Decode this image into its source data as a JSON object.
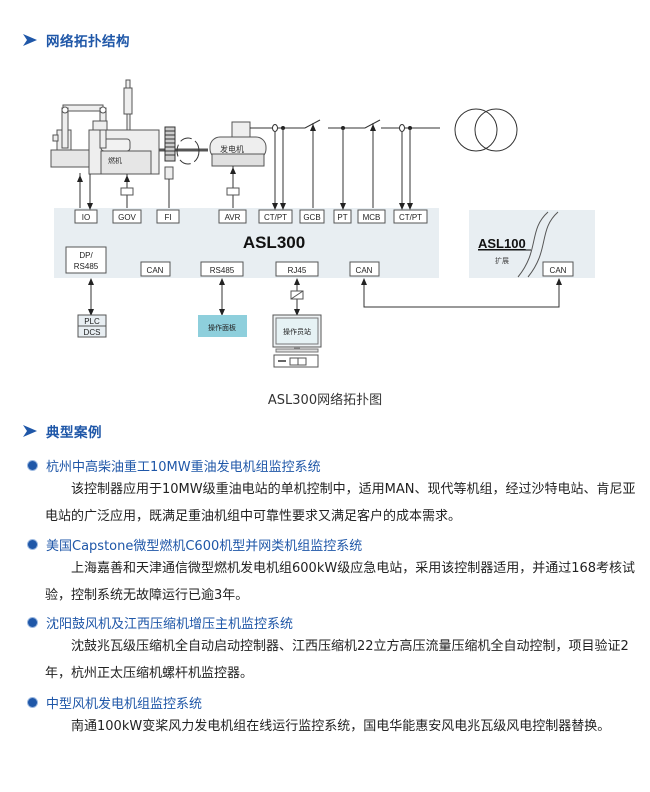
{
  "sections": {
    "topology": {
      "title": "网络拓扑结构",
      "icon": "arrow-bullet-icon"
    },
    "cases": {
      "title": "典型案例",
      "icon": "arrow-bullet-icon"
    }
  },
  "diagram": {
    "caption": "ASL300网络拓扑图",
    "controller_name": "ASL300",
    "expansion_name": "ASL100",
    "expansion_sub": "扩展",
    "engine_label": "燃机",
    "generator_label": "发电机",
    "top_ports": [
      "IO",
      "GOV",
      "FI",
      "AVR",
      "CT/PT",
      "GCB",
      "PT",
      "MCB",
      "CT/PT"
    ],
    "bottom_ports": {
      "dp": [
        "DP/",
        "RS485"
      ],
      "can1": "CAN",
      "rs485": "RS485",
      "rj45": "RJ45",
      "can2": "CAN"
    },
    "expansion_port": "CAN",
    "plc_dcs": [
      "PLC",
      "DCS"
    ],
    "panel_label": "操作面板",
    "station_label": "操作员站",
    "colors": {
      "panel_fill": "#8ecfdc",
      "controller_fill": "#e8eef2",
      "line": "#333333"
    }
  },
  "cases": [
    {
      "title": "杭州中高柴油重工10MW重油发电机组监控系统",
      "description": "该控制器应用于10MW级重油电站的单机控制中，适用MAN、现代等机组，经过沙特电站、肯尼亚电站的广泛应用，既满足重油机组中可靠性要求又满足客户的成本需求。"
    },
    {
      "title": "美国Capstone微型燃机C600机型并网类机组监控系统",
      "description": "上海嘉善和天津通信微型燃机发电机组600kW级应急电站，采用该控制器适用，并通过168考核试验，控制系统无故障运行已逾3年。"
    },
    {
      "title": "沈阳鼓风机及江西压缩机增压主机监控系统",
      "description": "沈鼓兆瓦级压缩机全自动启动控制器、江西压缩机22立方高压流量压缩机全自动控制，项目验证2年，杭州正太压缩机螺杆机监控器。"
    },
    {
      "title": "中型风机发电机组监控系统",
      "description": "南通100kW变桨风力发电机组在线运行监控系统，国电华能惠安风电兆瓦级风电控制器替换。"
    }
  ],
  "accent_color": "#1f57a8"
}
